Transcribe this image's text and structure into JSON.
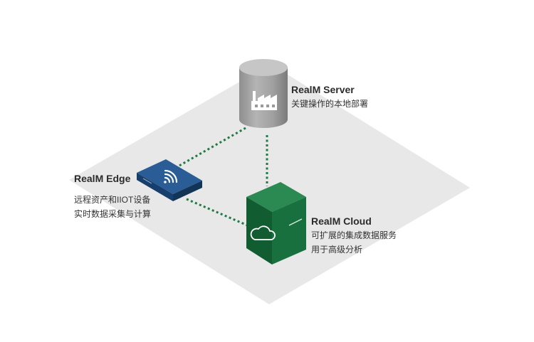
{
  "nodes": {
    "server": {
      "title": "RealM Server",
      "lines": [
        "关键操作的本地部署"
      ]
    },
    "edge": {
      "title": "RealM Edge",
      "lines": [
        "远程资产和IIOT设备",
        "实时数据采集与计算"
      ]
    },
    "cloud": {
      "title": "RealM Cloud",
      "lines": [
        "可扩展的集成数据服务",
        "用于高级分析"
      ]
    }
  },
  "colors": {
    "platform": "#e8e8e8",
    "server": "#9c9c9c",
    "edge": "#1f4f86",
    "cloud": "#17703e",
    "link": "#1f7a45"
  },
  "icons": {
    "server": "factory-icon",
    "edge": "wifi-icon",
    "cloud": "cloud-icon"
  }
}
